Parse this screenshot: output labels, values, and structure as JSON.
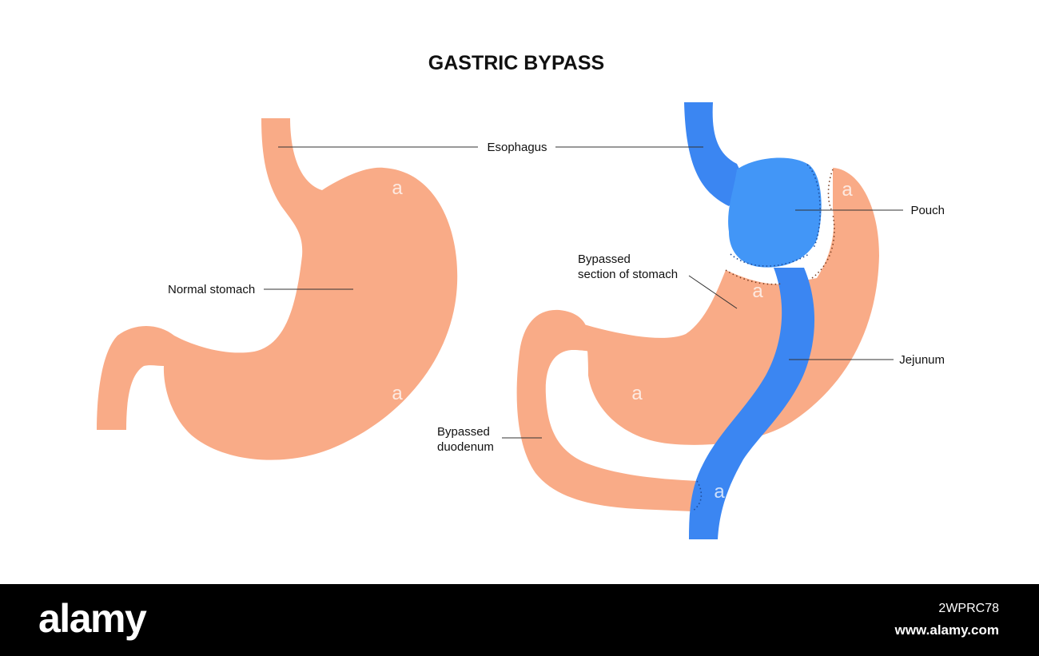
{
  "title": "GASTRIC BYPASS",
  "labels": {
    "esophagus": "Esophagus",
    "normal_stomach": "Normal stomach",
    "pouch": "Pouch",
    "bypassed_section_line1": "Bypassed",
    "bypassed_section_line2": "section of stomach",
    "jejunum": "Jejunum",
    "bypassed_duodenum_line1": "Bypassed",
    "bypassed_duodenum_line2": "duodenum"
  },
  "colors": {
    "stomach": "#f9ab87",
    "intestine_blue": "#3b86f2",
    "pouch_blue": "#4296f7",
    "stitch_blue": "#1f4f9e",
    "stitch_brown": "#7b3f22",
    "watermark_bar": "#000000"
  },
  "watermark": {
    "logo_text": "alamy",
    "image_id": "2WPRC78",
    "site": "www.alamy.com",
    "overlay_glyph": "a"
  }
}
